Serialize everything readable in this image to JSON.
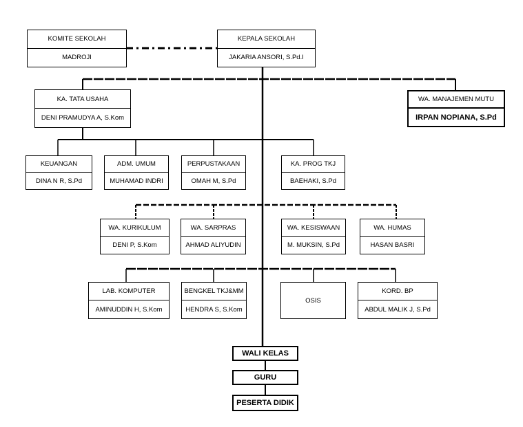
{
  "komite": {
    "title": "KOMITE SEKOLAH",
    "name": "MADROJI"
  },
  "kepala": {
    "title": "KEPALA SEKOLAH",
    "name": "JAKARIA ANSORI, S.Pd.I"
  },
  "tata_usaha": {
    "title": "KA. TATA USAHA",
    "name": "DENI PRAMUDYA A, S.Kom"
  },
  "manajemen_mutu": {
    "title": "WA. MANAJEMEN MUTU",
    "name": "IRPAN NOPIANA, S.Pd"
  },
  "keuangan": {
    "title": "KEUANGAN",
    "name": "DINA N R, S.Pd"
  },
  "adm_umum": {
    "title": "ADM. UMUM",
    "name": "MUHAMAD INDRI"
  },
  "perpustakaan": {
    "title": "PERPUSTAKAAN",
    "name": "OMAH M, S.Pd"
  },
  "prog_tkj": {
    "title": "KA. PROG TKJ",
    "name": "BAEHAKI, S.Pd"
  },
  "kurikulum": {
    "title": "WA. KURIKULUM",
    "name": "DENI P, S.Kom"
  },
  "sarpras": {
    "title": "WA. SARPRAS",
    "name": "AHMAD ALIYUDIN"
  },
  "kesiswaan": {
    "title": "WA. KESISWAAN",
    "name": "M. MUKSIN, S.Pd"
  },
  "humas": {
    "title": "WA. HUMAS",
    "name": "HASAN BASRI"
  },
  "lab_komputer": {
    "title": "LAB. KOMPUTER",
    "name": "AMINUDDIN H, S.Kom"
  },
  "bengkel": {
    "title": "BENGKEL TKJ&MM",
    "name": "HENDRA S, S.Kom"
  },
  "osis": {
    "title": "OSIS"
  },
  "kord_bp": {
    "title": "KORD. BP",
    "name": "ABDUL MALIK J, S.Pd"
  },
  "wali_kelas": {
    "title": "WALI KELAS"
  },
  "guru": {
    "title": "GURU"
  },
  "peserta_didik": {
    "title": "PESERTA DIDIK"
  }
}
